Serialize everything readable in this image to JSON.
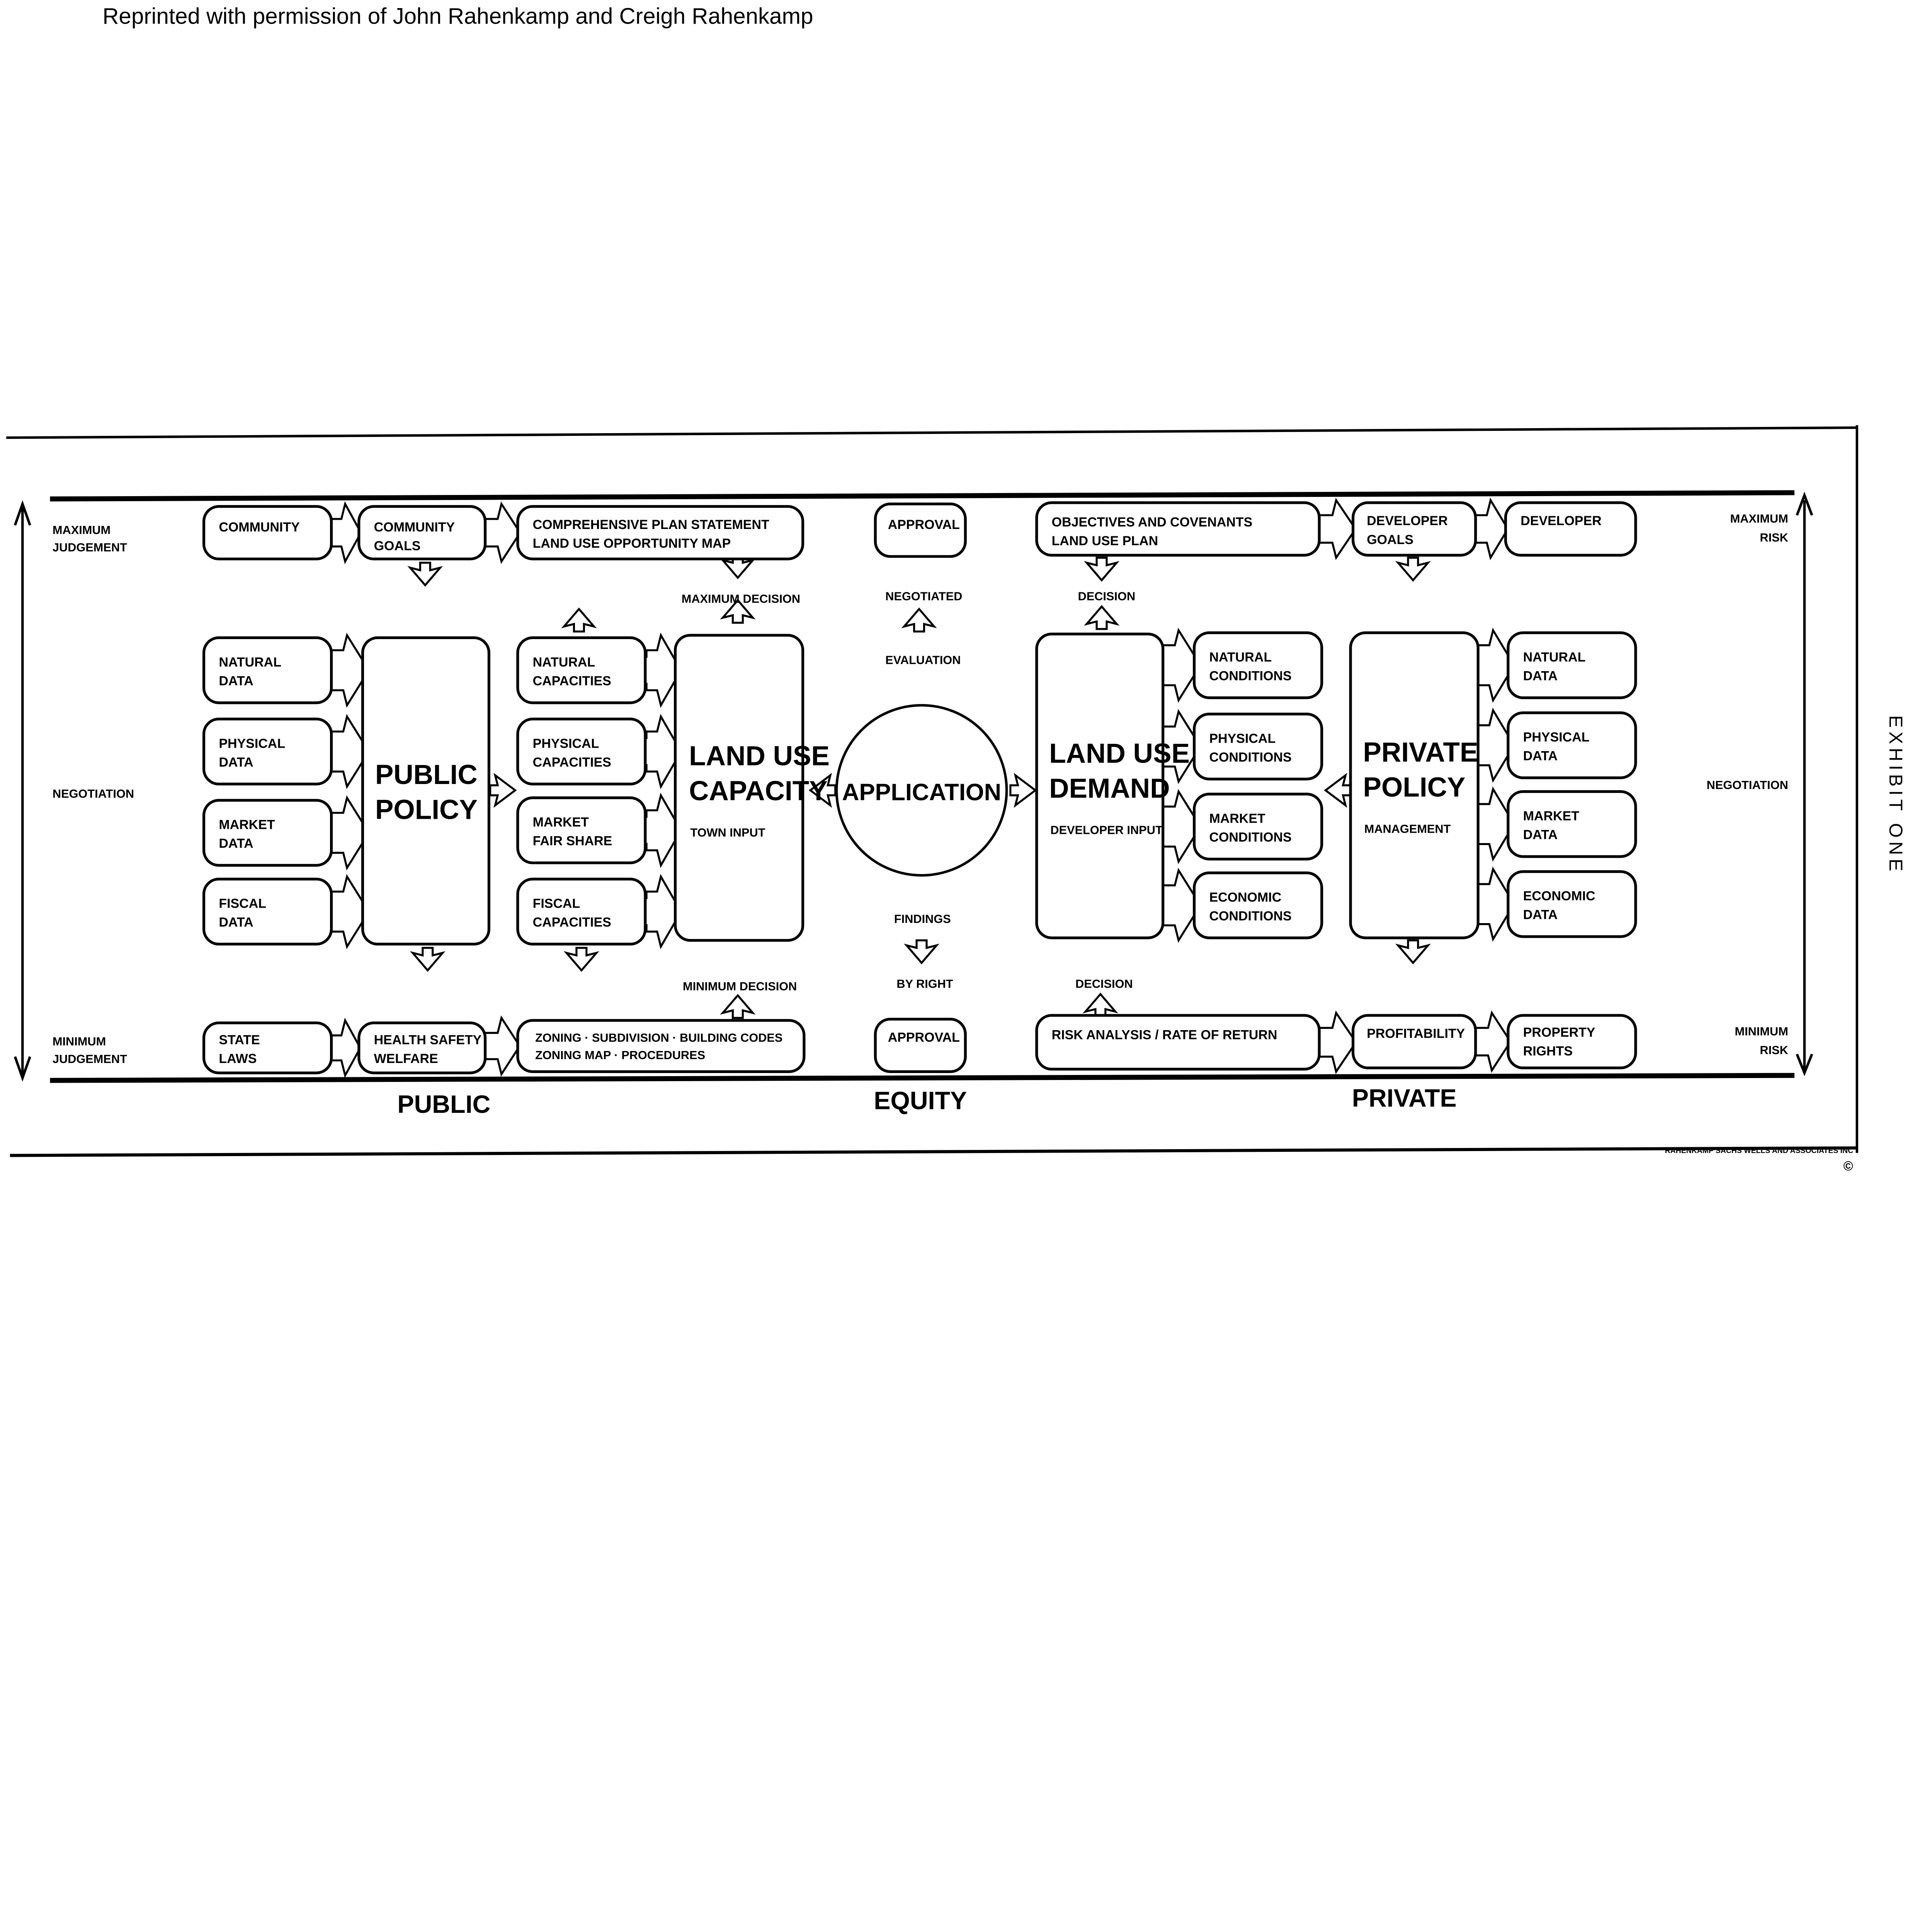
{
  "header": {
    "credit_line": "Reprinted with permission of John Rahenkamp and Creigh Rahenkamp"
  },
  "axis": {
    "left_top": [
      "MAXIMUM",
      "JUDGEMENT"
    ],
    "left_mid": "NEGOTIATION",
    "left_bottom": [
      "MINIMUM",
      "JUDGEMENT"
    ],
    "right_top": [
      "MAXIMUM",
      "RISK"
    ],
    "right_mid": "NEGOTIATION",
    "right_bottom": [
      "MINIMUM",
      "RISK"
    ]
  },
  "top_row": {
    "community": [
      "COMMUNITY"
    ],
    "community_goals": [
      "COMMUNITY",
      "GOALS"
    ],
    "comprehensive": [
      "COMPREHENSIVE PLAN STATEMENT",
      "LAND USE OPPORTUNITY MAP"
    ],
    "approval": [
      "APPROVAL"
    ],
    "objectives": [
      "OBJECTIVES AND COVENANTS",
      "LAND USE PLAN"
    ],
    "developer_goals": [
      "DEVELOPER",
      "GOALS"
    ],
    "developer": [
      "DEVELOPER"
    ]
  },
  "public_data": [
    [
      "NATURAL",
      "DATA"
    ],
    [
      "PHYSICAL",
      "DATA"
    ],
    [
      "MARKET",
      "DATA"
    ],
    [
      "FISCAL",
      "DATA"
    ]
  ],
  "capacities": [
    [
      "NATURAL",
      "CAPACITIES"
    ],
    [
      "PHYSICAL",
      "CAPACITIES"
    ],
    [
      "MARKET",
      "FAIR SHARE"
    ],
    [
      "FISCAL",
      "CAPACITIES"
    ]
  ],
  "conditions": [
    [
      "NATURAL",
      "CONDITIONS"
    ],
    [
      "PHYSICAL",
      "CONDITIONS"
    ],
    [
      "MARKET",
      "CONDITIONS"
    ],
    [
      "ECONOMIC",
      "CONDITIONS"
    ]
  ],
  "private_data": [
    [
      "NATURAL",
      "DATA"
    ],
    [
      "PHYSICAL",
      "DATA"
    ],
    [
      "MARKET",
      "DATA"
    ],
    [
      "ECONOMIC",
      "DATA"
    ]
  ],
  "core": {
    "public_policy": [
      "PUBLIC",
      "POLICY"
    ],
    "land_use_capacity": [
      "LAND USE",
      "CAPACITY"
    ],
    "town_input": "TOWN INPUT",
    "application": "APPLICATION",
    "land_use_demand": [
      "LAND USE",
      "DEMAND"
    ],
    "developer_input": "DEVELOPER INPUT",
    "private_policy": [
      "PRIVATE",
      "POLICY"
    ],
    "management": "MANAGEMENT"
  },
  "flow_labels": {
    "maximum_decision": "MAXIMUM DECISION",
    "negotiated": "NEGOTIATED",
    "evaluation": "EVALUATION",
    "decision_top": "DECISION",
    "findings": "FINDINGS",
    "by_right": "BY RIGHT",
    "minimum_decision": "MINIMUM DECISION",
    "decision_bottom": "DECISION"
  },
  "bottom_row": {
    "state_laws": [
      "STATE",
      "LAWS"
    ],
    "health": [
      "HEALTH SAFETY",
      "WELFARE"
    ],
    "zoning": [
      "ZONING · SUBDIVISION · BUILDING CODES",
      "ZONING MAP · PROCEDURES"
    ],
    "approval": [
      "APPROVAL"
    ],
    "risk": [
      "RISK ANALYSIS / RATE OF RETURN"
    ],
    "profitability": [
      "PROFITABILITY"
    ],
    "property_rights": [
      "PROPERTY",
      "RIGHTS"
    ]
  },
  "sectors": {
    "public": "PUBLIC",
    "equity": "EQUITY",
    "private": "PRIVATE"
  },
  "exhibit": "EXHIBIT ONE",
  "firm_credit": "RAHENKAMP SACHS WELLS AND ASSOCIATES INC",
  "copyright": "©"
}
